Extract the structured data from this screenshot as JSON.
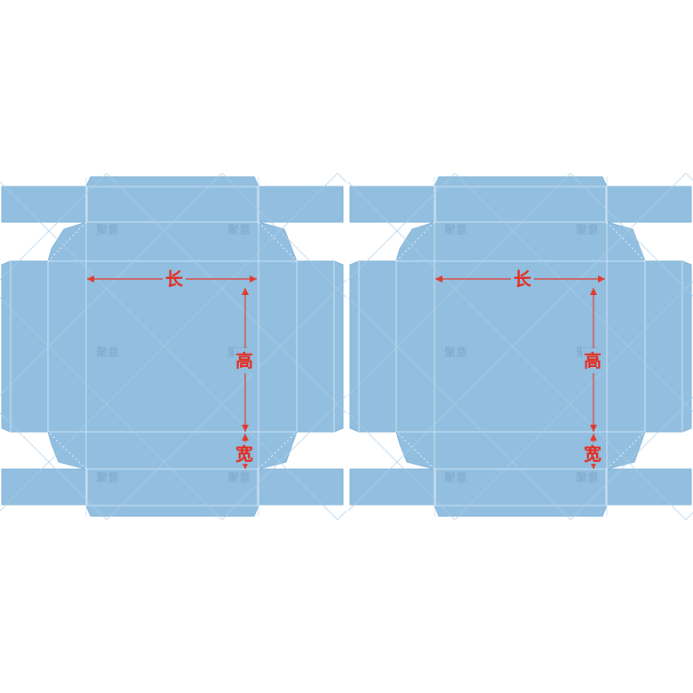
{
  "dimension_labels": {
    "length": "长",
    "height": "高",
    "width": "宽"
  },
  "watermark": "聚意",
  "colors": {
    "panel": "#92bfe0",
    "fold_line": "#cfe3f3",
    "dimension": "#e62a1c",
    "background": "#ffffff"
  },
  "templates": [
    {
      "name": "left-box-template"
    },
    {
      "name": "right-box-template"
    }
  ]
}
